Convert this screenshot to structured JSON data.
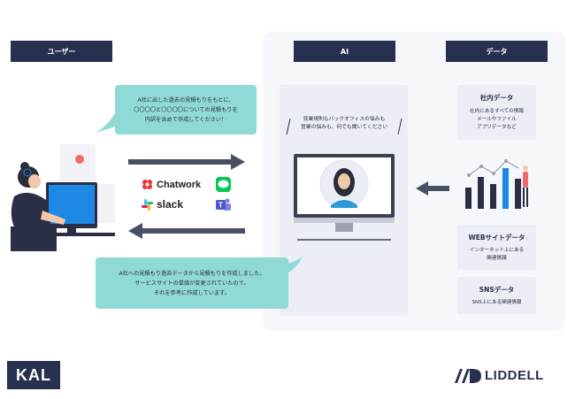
{
  "headers": {
    "user": "ユーザー",
    "ai": "AI",
    "data": "データ"
  },
  "bubbles": {
    "user_request": [
      "A社に出した過去の見積もりをもとに、",
      "〇〇〇〇と〇〇〇〇についての見積もりを",
      "内訳を含めて作成してください！"
    ],
    "ai_response": [
      "A社への見積もり過去データから見積もりを作成しました。",
      "サービスサイトの単価が変更されていたので、",
      "それを参考に作成しています。"
    ]
  },
  "ai_tagline": [
    "就業規則もバックオフィスの悩みも",
    "営業の悩みも、何でも聞いてください"
  ],
  "integrations": {
    "chatwork": "Chatwork",
    "slack": "slack"
  },
  "data_sources": [
    {
      "title": "社内データ",
      "desc": [
        "社内にあるすべての情報",
        "メールやファイル",
        "アプリデータなど"
      ]
    },
    {
      "title": "WEBサイトデータ",
      "desc": [
        "インターネット上にある",
        "関連情報"
      ]
    },
    {
      "title": "SNSデータ",
      "desc": [
        "SNS上にある関連情報"
      ]
    }
  ],
  "logos": {
    "kal": "KAL",
    "liddell": "LIDDELL"
  },
  "colors": {
    "navy": "#27304f",
    "bubble": "#8fd9d6",
    "panel": "#f6f7fb",
    "arrow": "#4a5064",
    "accent_blue": "#1e88e5"
  }
}
